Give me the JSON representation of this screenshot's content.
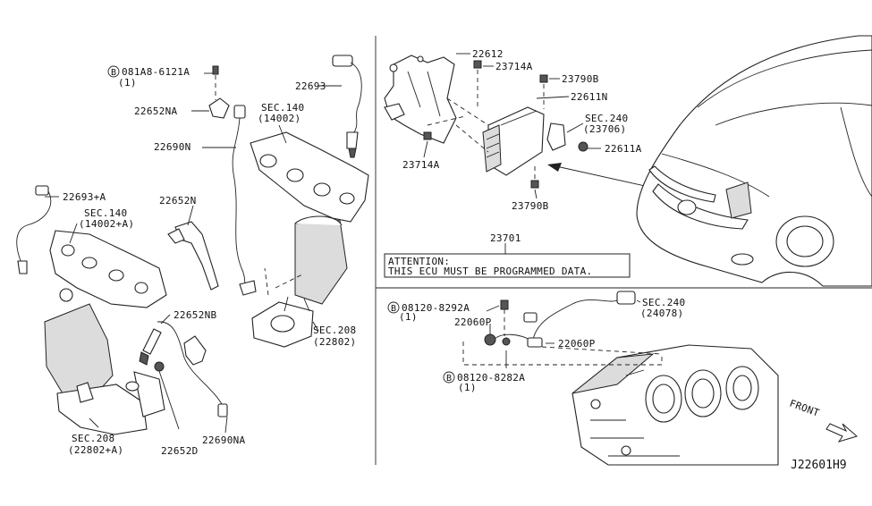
{
  "diagram_id": "J22601H9",
  "labels": {
    "bolt_081a8": "081A8-6121A",
    "bolt_081a8_qty": "(1)",
    "b_marker": "B",
    "p22693": "22693",
    "p22652na": "22652NA",
    "sec140": "SEC.140",
    "sec140_sub": "(14002)",
    "p22690n": "22690N",
    "p22652n": "22652N",
    "p22693a": "22693+A",
    "sec140a": "SEC.140",
    "sec140a_sub": "(14002+A)",
    "p22652nb": "22652NB",
    "sec208_right": "SEC.208",
    "sec208_right_sub": "(22802)",
    "sec208_left": "SEC.208",
    "sec208_left_sub": "(22802+A)",
    "p22652d": "22652D",
    "p22690na": "22690NA",
    "p22612": "22612",
    "p23714a_top": "23714A",
    "p23790b_top": "23790B",
    "p22611n": "22611N",
    "sec240_top": "SEC.240",
    "sec240_top_sub": "(23706)",
    "p22611a": "22611A",
    "p23714a_bottom": "23714A",
    "p23790b_bottom": "23790B",
    "p23701": "23701",
    "attention_title": "ATTENTION:",
    "attention_body": "THIS ECU MUST BE PROGRAMMED DATA.",
    "bolt_08120_top": "08120-8292A",
    "bolt_08120_top_qty": "(1)",
    "p22060p_a": "22060P",
    "p22060p_b": "22060P",
    "bolt_08120_bottom": "08120-8282A",
    "bolt_08120_bottom_qty": "(1)",
    "sec240_bottom": "SEC.240",
    "sec240_bottom_sub": "(24078)",
    "front": "FRONT"
  }
}
